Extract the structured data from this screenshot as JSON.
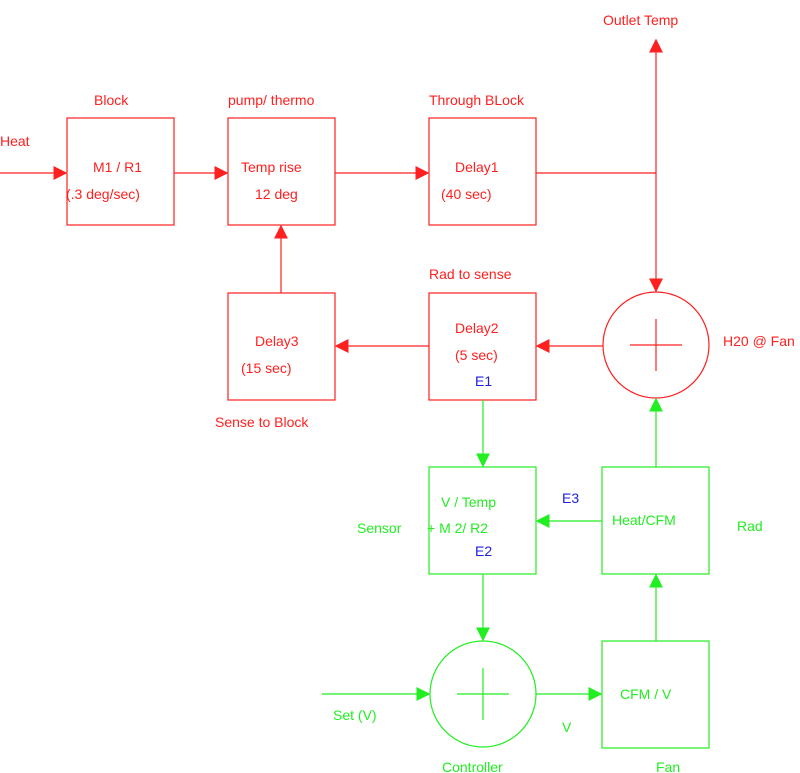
{
  "colors": {
    "red": "#ff2020",
    "green": "#22ee22",
    "blue": "#2020e0"
  },
  "blocks": {
    "block": {
      "title": "Block",
      "line1": "M1 / R1",
      "line2": "(.3 deg/sec)"
    },
    "pump": {
      "title": "pump/ thermo",
      "line1": "Temp rise",
      "line2": "12 deg"
    },
    "through": {
      "title": "Through BLock",
      "line1": "Delay1",
      "line2": "(40 sec)"
    },
    "delay3": {
      "line1": "Delay3",
      "line2": "(15 sec)",
      "caption": "Sense to Block"
    },
    "delay2": {
      "title": "Rad to sense",
      "line1": "Delay2",
      "line2": "(5 sec)",
      "tag": "E1"
    },
    "sensor": {
      "label": "Sensor",
      "line1": "V / Temp",
      "line2": "+ M 2/ R2",
      "tag": "E2"
    },
    "heatcfm": {
      "label": "Rad",
      "line1": "Heat/CFM",
      "tag": "E3"
    },
    "fan": {
      "line1": "CFM / V",
      "caption": "Fan"
    }
  },
  "summers": {
    "h2o": {
      "label": "H20 @ Fan"
    },
    "controller": {
      "label": "Controller"
    }
  },
  "signals": {
    "heat": "Heat",
    "outlet": "Outlet Temp",
    "set": "Set (V)",
    "v": "V"
  }
}
